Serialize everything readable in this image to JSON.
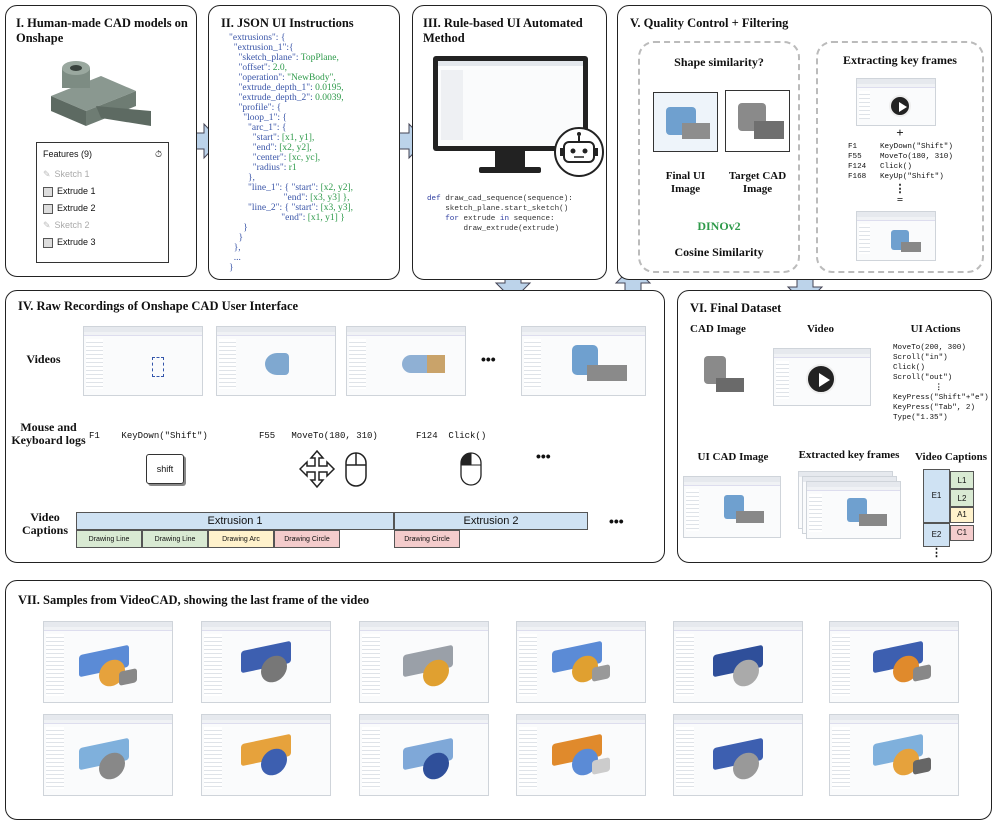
{
  "panel1": {
    "title": "I. Human-made CAD models on Onshape",
    "features_title": "Features (9)",
    "features": [
      {
        "label": "Sketch 1",
        "type": "sketch"
      },
      {
        "label": "Extrude 1",
        "type": "extrude"
      },
      {
        "label": "Extrude 2",
        "type": "extrude"
      },
      {
        "label": "Sketch 2",
        "type": "sketch"
      },
      {
        "label": "Extrude 3",
        "type": "extrude"
      }
    ]
  },
  "panel2": {
    "title": "II. JSON UI Instructions",
    "json_lines": [
      [
        "\"extrusions\": {",
        ""
      ],
      [
        "  \"extrusion_1\":{",
        ""
      ],
      [
        "    \"sketch_plane\": ",
        "TopPlane,"
      ],
      [
        "    \"offset\": ",
        "2.0,"
      ],
      [
        "    \"operation\": ",
        "\"NewBody\","
      ],
      [
        "    \"extrude_depth_1\": ",
        "0.0195,"
      ],
      [
        "    \"extrude_depth_2\": ",
        "0.0039,"
      ],
      [
        "    \"profile\": {",
        ""
      ],
      [
        "      \"loop_1\": {",
        ""
      ],
      [
        "        \"arc_1\": {",
        ""
      ],
      [
        "          \"start\": ",
        "[x1, y1],"
      ],
      [
        "          \"end\": ",
        "[x2, y2],"
      ],
      [
        "          \"center\": ",
        "[xc, yc],"
      ],
      [
        "          \"radius\": ",
        "r1"
      ],
      [
        "        },",
        ""
      ],
      [
        "        \"line_1\": { \"start\": ",
        "[x2, y2],"
      ],
      [
        "                       \"end\": ",
        "[x3, y3] },"
      ],
      [
        "        \"line_2\": { \"start\": ",
        "[x3, y3],"
      ],
      [
        "                      \"end\": ",
        "[x1, y1] }"
      ],
      [
        "      }",
        ""
      ],
      [
        "    }",
        ""
      ],
      [
        "  },",
        ""
      ],
      [
        "  ...",
        ""
      ],
      [
        "}",
        ""
      ]
    ]
  },
  "panel3": {
    "title": "III. Rule-based UI Automated Method",
    "code": [
      [
        "def",
        " draw_cad_sequence(sequence):"
      ],
      [
        "",
        "    sketch_plane.start_sketch()"
      ],
      [
        "    for",
        " extrude "
      ],
      [
        "",
        "        draw_extrude(extrude)"
      ]
    ],
    "code_for_line": {
      "kw1": "    for",
      "a": " extrude ",
      "kw2": "in",
      "b": " sequence:"
    }
  },
  "panel5": {
    "title": "V. Quality Control + Filtering",
    "shape_title": "Shape similarity?",
    "final_ui_label": "Final UI Image",
    "target_cad_label": "Target CAD Image",
    "model_name": "DINOv2",
    "metric": "Cosine Similarity",
    "keyframes_title": "Extracting key frames",
    "plus": "+",
    "equals": "=",
    "vdots": "⋮",
    "logs": [
      {
        "frame": "F1",
        "action": "KeyDown(\"Shift\")"
      },
      {
        "frame": "F55",
        "action": "MoveTo(180, 310)"
      },
      {
        "frame": "F124",
        "action": "Click()"
      },
      {
        "frame": "F168",
        "action": "KeyUp(\"Shift\")"
      }
    ]
  },
  "panel4": {
    "title": "IV. Raw Recordings of Onshape CAD User Interface",
    "videos_label": "Videos",
    "logs_label": "Mouse and Keyboard logs",
    "captions_label": "Video Captions",
    "ellipsis": "•••",
    "log_entries": [
      {
        "frame": "F1",
        "action": "KeyDown(\"Shift\")",
        "icon": "shift-key-icon",
        "key": "shift"
      },
      {
        "frame": "F55",
        "action": "MoveTo(180, 310)",
        "icon": "move-icon"
      },
      {
        "frame": "F124",
        "action": "Click()",
        "icon": "mouse-click-icon"
      }
    ],
    "extrusions": [
      "Extrusion 1",
      "Extrusion 2"
    ],
    "sub_captions": [
      {
        "label": "Drawing Line",
        "color": "#d9ead3",
        "group": 0
      },
      {
        "label": "Drawing Line",
        "color": "#d9ead3",
        "group": 0
      },
      {
        "label": "Drawing Arc",
        "color": "#fff2cc",
        "group": 0
      },
      {
        "label": "Drawing Circle",
        "color": "#f4cccc",
        "group": 0
      },
      {
        "label": "Drawing Circle",
        "color": "#f4cccc",
        "group": 1
      }
    ]
  },
  "panel6": {
    "title": "VI. Final Dataset",
    "cad_image_label": "CAD Image",
    "video_label": "Video",
    "ui_actions_label": "UI Actions",
    "ui_actions_top": [
      "MoveTo(200, 300)",
      "Scroll(\"in\")",
      "Click()",
      "Scroll(\"out\")"
    ],
    "vdots": "⋮",
    "ui_actions_bottom": [
      "KeyPress(\"Shift\"+\"e\")",
      "KeyPress(\"Tab\", 2)",
      "Type(\"1.35\")"
    ],
    "ui_cad_image_label": "UI CAD Image",
    "keyframes_label": "Extracted key frames",
    "captions_label": "Video Captions",
    "captions": {
      "e1": "E1",
      "e2": "E2",
      "l1": "L1",
      "l2": "L2",
      "a1": "A1",
      "c1": "C1"
    }
  },
  "panel7": {
    "title": "VII. Samples from VideoCAD, showing the last frame of the video",
    "samples": [
      {
        "colors": [
          "#5b8bd6",
          "#e6a23c",
          "#888888"
        ]
      },
      {
        "colors": [
          "#3d5fb0",
          "#777777"
        ]
      },
      {
        "colors": [
          "#9aa0a8",
          "#e0a030"
        ]
      },
      {
        "colors": [
          "#5b8bd6",
          "#e0a030",
          "#999999"
        ]
      },
      {
        "colors": [
          "#2f4f9a",
          "#aaaaaa"
        ]
      },
      {
        "colors": [
          "#3d5fb0",
          "#e08a2c",
          "#888888"
        ]
      },
      {
        "colors": [
          "#7fb0dc",
          "#888888"
        ]
      },
      {
        "colors": [
          "#e6a23c",
          "#3d5fb0"
        ]
      },
      {
        "colors": [
          "#7fa8d8",
          "#2f4f9a"
        ]
      },
      {
        "colors": [
          "#e08a2c",
          "#5b8bd6",
          "#cccccc"
        ]
      },
      {
        "colors": [
          "#3d5fb0",
          "#999999"
        ]
      },
      {
        "colors": [
          "#7fb0dc",
          "#e6a23c",
          "#666666"
        ]
      }
    ]
  },
  "colors": {
    "arrow": "#bcd3ea",
    "json_key": "#3a55a8",
    "json_value": "#2e9a4a",
    "extrusion_bar": "#cfe2f3"
  }
}
